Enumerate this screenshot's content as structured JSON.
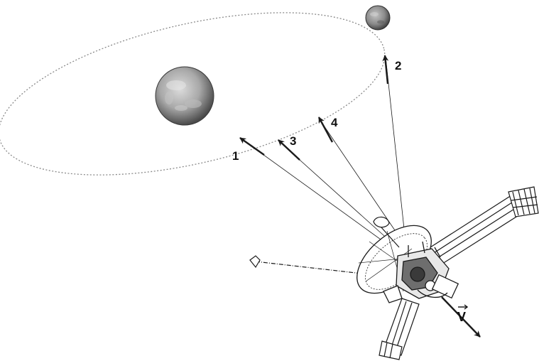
{
  "diagram": {
    "arrow_labels": [
      "1",
      "2",
      "3",
      "4"
    ],
    "velocity_label": "V",
    "colors": {
      "line": "#1a1a1a",
      "orbit": "#8a8a8a",
      "planet_large": "#9a9a9a",
      "planet_small": "#7d7d7d"
    }
  }
}
